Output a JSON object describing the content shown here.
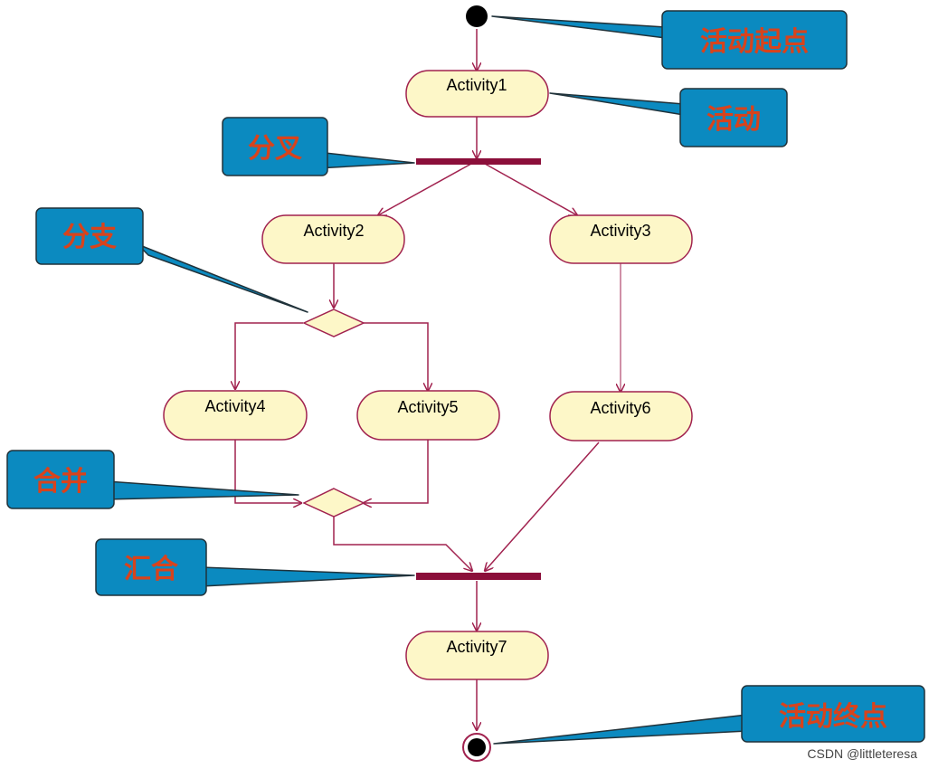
{
  "colors": {
    "edge": "#a1224f",
    "activity_fill": "#fdf7c8",
    "activity_stroke": "#a1224f",
    "bar": "#8b0f3a",
    "callout_fill": "#0b8ac0",
    "callout_stroke": "#20323a",
    "callout_text": "#d8431c"
  },
  "activities": {
    "a1": "Activity1",
    "a2": "Activity2",
    "a3": "Activity3",
    "a4": "Activity4",
    "a5": "Activity5",
    "a6": "Activity6",
    "a7": "Activity7"
  },
  "callouts": {
    "start": "活动起点",
    "activity": "活动",
    "fork": "分叉",
    "branch": "分支",
    "merge": "合并",
    "join": "汇合",
    "end": "活动终点"
  },
  "watermark": "CSDN @littleteresa"
}
